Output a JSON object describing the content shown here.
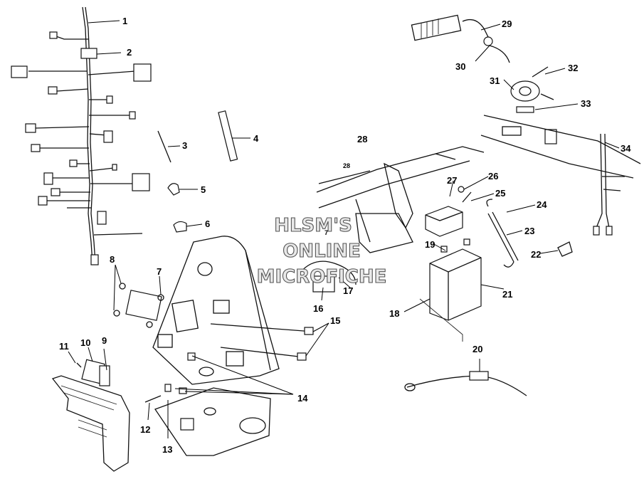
{
  "watermark": {
    "line1": "HLSM'S",
    "line2": "ONLINE",
    "line3": "MICROFICHE"
  },
  "callouts": [
    "1",
    "2",
    "3",
    "4",
    "5",
    "6",
    "7",
    "8",
    "9",
    "10",
    "11",
    "12",
    "13",
    "14",
    "15",
    "16",
    "17",
    "18",
    "19",
    "20",
    "21",
    "22",
    "23",
    "24",
    "25",
    "26",
    "27",
    "28",
    "29",
    "30",
    "31",
    "32",
    "33",
    "34"
  ],
  "inset_label_28": "28",
  "inset_label_7": "7"
}
